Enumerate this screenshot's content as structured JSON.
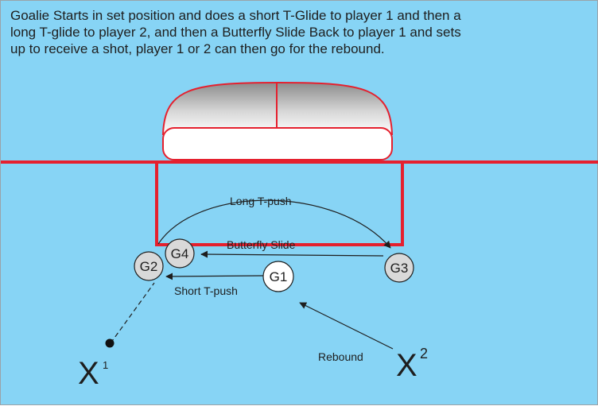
{
  "description": "Goalie Starts in set position and does a short T-Glide to player 1 and then a long T-glide to player 2, and then a Butterfly Slide Back to player 1 and sets up to receive a shot, player 1 or 2 can then go for the rebound.",
  "goalie_positions": [
    "G1",
    "G2",
    "G3",
    "G4"
  ],
  "moves": {
    "short": "Short T-push",
    "long": "Long T-push",
    "butterfly": "Butterfly Slide",
    "rebound": "Rebound"
  },
  "players": {
    "p1": {
      "letter": "X",
      "number": "1"
    },
    "p2": {
      "letter": "X",
      "number": "2"
    }
  },
  "colors": {
    "ice": "#87d4f5",
    "crease_line": "#e5202e",
    "goalie_circle": "#d9d9d9",
    "arrow": "#1e1e1e"
  }
}
